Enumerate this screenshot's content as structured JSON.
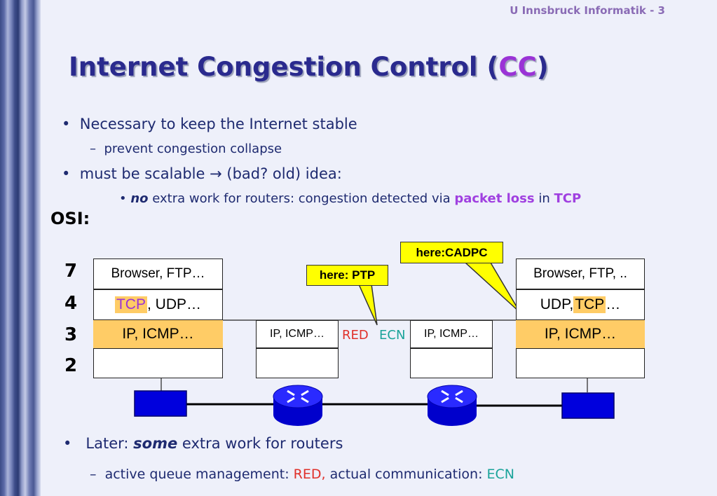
{
  "header": "U Innsbruck Informatik - 3",
  "title": {
    "main": "Internet Congestion Control (",
    "cc": "CC",
    "close": ")"
  },
  "bullets": {
    "b1": "Necessary to keep the Internet stable",
    "b1_sub": "prevent congestion collapse",
    "b2": "must be scalable → (bad? old) idea:",
    "b2_sub": {
      "no": "no",
      "text": " extra work for routers: congestion detected via ",
      "packet_loss": "packet loss",
      "in": " in ",
      "tcp": "TCP"
    },
    "b3": {
      "prefix": "Later: ",
      "some": "some",
      "suffix": " extra work for routers"
    },
    "b3_sub": {
      "prefix": "active queue management: ",
      "red": "RED,",
      "mid": " actual communication: ",
      "ecn": "ECN"
    }
  },
  "osi_label": "OSI:",
  "layers": [
    "7",
    "4",
    "3",
    "2"
  ],
  "left_host": {
    "l7": "Browser, FTP…",
    "l4_tcp": "TCP",
    "l4_rest": ", UDP…",
    "l3": "IP, ICMP…"
  },
  "router1": {
    "l3": "IP, ICMP…"
  },
  "router2": {
    "l3": "IP, ICMP…"
  },
  "mid_labels": {
    "red": "RED",
    "ecn": "ECN"
  },
  "right_host": {
    "l7": "Browser, FTP, ..",
    "l4_rest": "UDP, ",
    "l4_tcp": "TCP",
    "l4_dots": "…",
    "l3": "IP, ICMP…"
  },
  "callouts": {
    "ptp": "here: PTP",
    "cadpc": "here:CADPC"
  },
  "colors": {
    "title": "#2a2a8e",
    "accent_purple": "#a040e0",
    "highlight": "#ffcc66",
    "callout": "#ffff00",
    "red": "#e0302a",
    "teal": "#1aa39a",
    "host_blue": "#0000dd"
  },
  "icons": [
    "router-icon",
    "host-icon"
  ]
}
